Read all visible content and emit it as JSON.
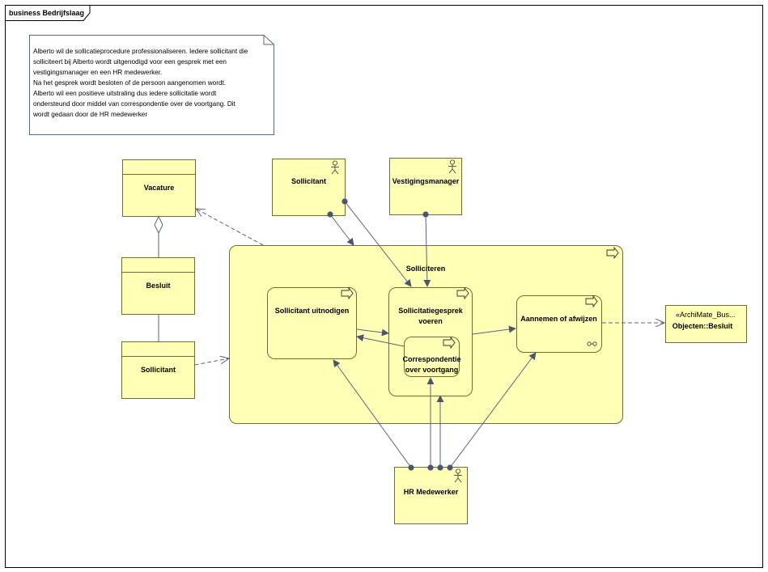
{
  "frame": {
    "title": "business Bedrijfslaag"
  },
  "note": {
    "lines": [
      "Alberto wil de sollicatieprocedure professionaliseren. Iedere sollicitant die",
      "solliciteert bij Alberto wordt uitgenodigd voor een gesprek met een",
      "vestigingsmanager en een HR medewerker.",
      "Na het gesprek wordt besloten of de persoon aangenomen wordt.",
      "Alberto wil een positieve uitstraling dus iedere sollicitatie wordt",
      "ondersteund door middel van correspondentie over de voortgang. Dit",
      "wordt gedaan door de HR medewerker"
    ]
  },
  "objects": {
    "vacature": "Vacature",
    "besluit": "Besluit",
    "sollicitant": "Sollicitant"
  },
  "actors": {
    "sollicitant": "Sollicitant",
    "vestigingsmanager": "Vestigingsmanager",
    "hr_medewerker": "HR Medewerker"
  },
  "processes": {
    "solliciteren": "Solliciteren",
    "uitnodigen": "Sollicitant uitnodigen",
    "gesprek_line1": "Sollicitatiegesprek",
    "gesprek_line2": "voeren",
    "correspondentie_line1": "Correspondentie",
    "correspondentie_line2": "over voortgang",
    "aannemen": "Aannemen of afwijzen"
  },
  "external": {
    "stereotype": "«ArchiMate_Bus...",
    "name": "Objecten::Besluit"
  }
}
